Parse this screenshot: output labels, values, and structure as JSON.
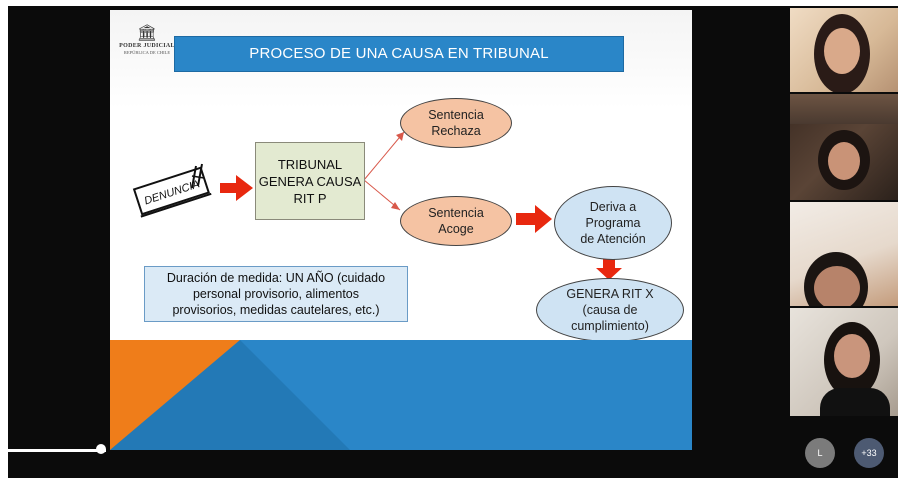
{
  "slide": {
    "logo": {
      "line1": "PODER JUDICIAL",
      "line2": "REPÚBLICA DE CHILE"
    },
    "title": "PROCESO DE UNA CAUSA EN TRIBUNAL",
    "denuncia_label": "DENUNCIA",
    "tribunal_box": "TRIBUNAL\nGENERA CAUSA\nRIT P",
    "sentencia_rechaza": "Sentencia\nRechaza",
    "sentencia_acoge": "Sentencia\nAcoge",
    "deriva": "Deriva a\nPrograma\nde Atención",
    "genera_rit_x": "GENERA RIT X\n(causa de\ncumplimiento)",
    "note": "Duración de medida: UN AÑO (cuidado\npersonal provisorio, alimentos\nprovisorios, medidas cautelares, etc.)"
  },
  "controls": {
    "participant_initial": "L",
    "more_participants": "+33"
  },
  "colors": {
    "title_bar": "#2a86c8",
    "arrow_red": "#e8280f",
    "oval_orange": "#f5c3a3",
    "oval_blue": "#cfe3f3",
    "box_green": "#e3ead1"
  }
}
